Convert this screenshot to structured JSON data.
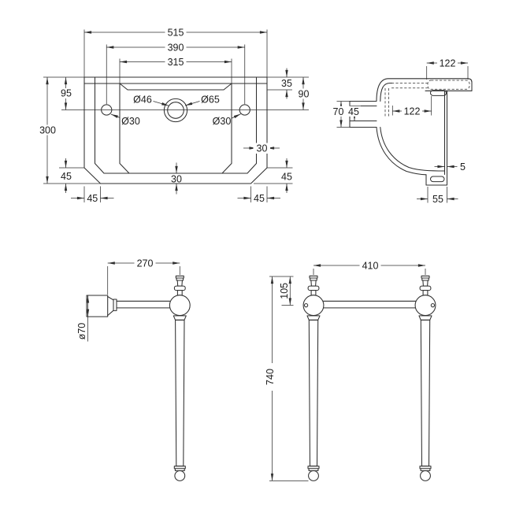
{
  "drawing_type": "basin and washstand technical dimension drawing",
  "style": {
    "line_color": "#2f2f2f",
    "background": "#ffffff",
    "text_color": "#1c1c1c"
  },
  "basin_front_view": {
    "overall_width": "515",
    "tap_hole_centres": "390",
    "bowl_opening_width": "315",
    "top_to_tap_left": "95",
    "overall_height": "300",
    "rim_to_bowl_top": "35",
    "top_to_tap_right": "90",
    "rim_thickness_right": "30",
    "chamfer_height_left": "45",
    "chamfer_width_left": "45",
    "base_thickness": "30",
    "chamfer_width_right": "45",
    "chamfer_height_right": "45",
    "waste_inner": "Ø46",
    "waste_outer": "Ø65",
    "tap_left": "Ø30",
    "tap_right": "Ø30"
  },
  "basin_side_view": {
    "ledge_depth": "122",
    "bowl_depth": "122",
    "outlet_outer": "70",
    "outlet_inner": "45",
    "panel_thickness": "5",
    "bracket_depth": "55"
  },
  "washstand_side_view": {
    "arm_length": "270",
    "trap_diameter": "ø70"
  },
  "washstand_front_view": {
    "leg_centres": "410",
    "finial_to_bar": "105",
    "overall_height": "740"
  }
}
